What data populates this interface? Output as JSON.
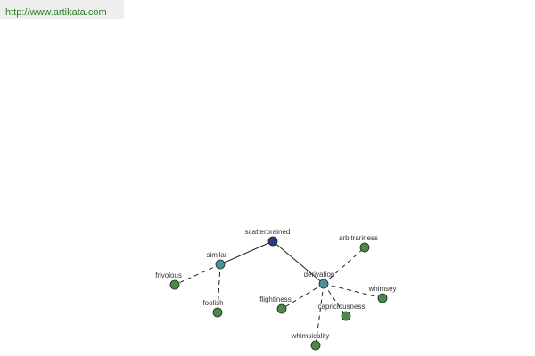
{
  "site": {
    "url": "http://www.artikata.com"
  },
  "colors": {
    "root": "#2e3a78",
    "relation": "#4e8f9e",
    "leaf": "#4a8a48",
    "edge": "#222222",
    "url_bg": "#eeeeee",
    "url_text": "#2a7d2a"
  },
  "graph": {
    "nodes": [
      {
        "id": "scatterbrained",
        "label": "scatterbrained",
        "kind": "root"
      },
      {
        "id": "similar",
        "label": "similar",
        "kind": "relation"
      },
      {
        "id": "derivation",
        "label": "derivation",
        "kind": "relation"
      },
      {
        "id": "frivolous",
        "label": "frivolous",
        "kind": "leaf"
      },
      {
        "id": "foolish",
        "label": "foolish",
        "kind": "leaf"
      },
      {
        "id": "arbitrariness",
        "label": "arbitrariness",
        "kind": "leaf"
      },
      {
        "id": "flightiness",
        "label": "flightiness",
        "kind": "leaf"
      },
      {
        "id": "whimsey",
        "label": "whimsey",
        "kind": "leaf"
      },
      {
        "id": "capriciousness",
        "label": "capriciousness",
        "kind": "leaf"
      },
      {
        "id": "whimsicality",
        "label": "whimsicality",
        "kind": "leaf"
      }
    ],
    "edges": [
      {
        "from": "scatterbrained",
        "to": "similar",
        "style": "solid"
      },
      {
        "from": "scatterbrained",
        "to": "derivation",
        "style": "solid"
      },
      {
        "from": "similar",
        "to": "frivolous",
        "style": "dashed"
      },
      {
        "from": "similar",
        "to": "foolish",
        "style": "dashed"
      },
      {
        "from": "derivation",
        "to": "arbitrariness",
        "style": "dashed"
      },
      {
        "from": "derivation",
        "to": "flightiness",
        "style": "dashed"
      },
      {
        "from": "derivation",
        "to": "whimsey",
        "style": "dashed"
      },
      {
        "from": "derivation",
        "to": "capriciousness",
        "style": "dashed"
      },
      {
        "from": "derivation",
        "to": "whimsicality",
        "style": "dashed"
      }
    ]
  }
}
